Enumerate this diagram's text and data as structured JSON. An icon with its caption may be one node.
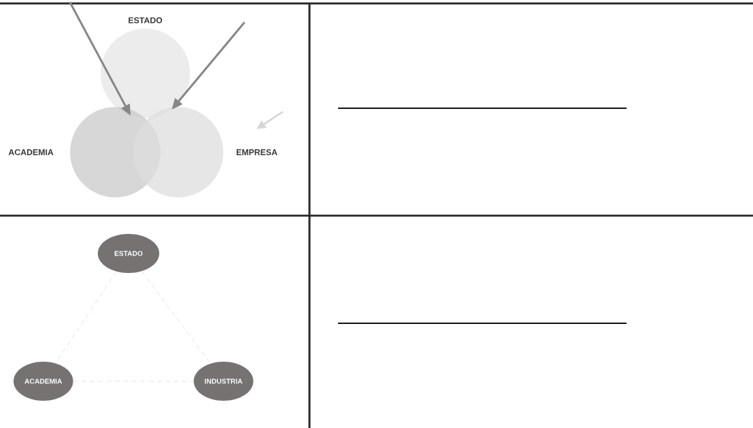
{
  "diagram": {
    "nodes": [
      {
        "text": [
          "ESTADO"
        ]
      },
      {
        "text": [
          "ACADEMIA"
        ]
      },
      {
        "text": [
          "EMPRESA"
        ]
      },
      {
        "text": [
          "ESTADO"
        ]
      },
      {
        "text": [
          "ACADEMIA"
        ]
      },
      {
        "text": [
          "INDUSTRIA"
        ]
      }
    ],
    "edges": [
      {
        "from": null,
        "to": 0,
        "arrow": "to",
        "style": "thick"
      },
      {
        "from": null,
        "to": 0,
        "arrow": "to",
        "style": "thick"
      },
      {
        "from": 3,
        "to": 4,
        "arrow": "none",
        "style": "dashed",
        "color": "#c8c8c8"
      },
      {
        "from": 3,
        "to": 5,
        "arrow": "none",
        "style": "dashed",
        "color": "#c8c8c8"
      },
      {
        "from": 4,
        "to": 5,
        "arrow": "none",
        "style": "dashed",
        "color": "#c8c8c8"
      }
    ]
  }
}
